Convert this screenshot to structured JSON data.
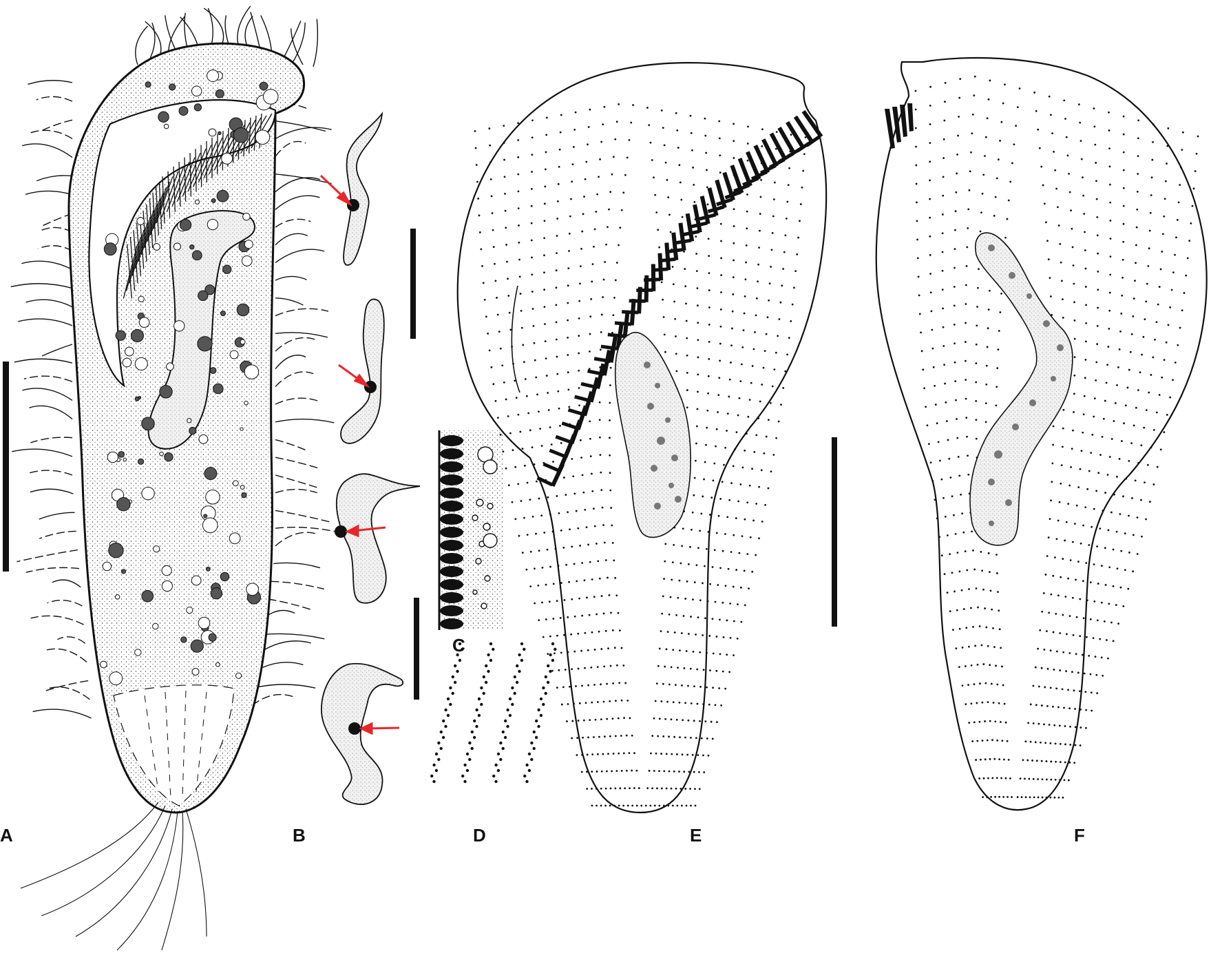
{
  "figure": {
    "panels": [
      {
        "id": "A",
        "label": "A"
      },
      {
        "id": "B",
        "label": "B"
      },
      {
        "id": "C",
        "label": "C"
      },
      {
        "id": "D",
        "label": "D"
      },
      {
        "id": "E",
        "label": "E"
      },
      {
        "id": "F",
        "label": "F"
      }
    ],
    "colors": {
      "ink": "#111111",
      "stipple_fill": "#ececec",
      "nucleus_fill": "#e6e6e6",
      "arrow": "#e8262b",
      "inclusion": "#555555"
    },
    "icons": [
      "arrow-icon",
      "scale-bar"
    ]
  }
}
